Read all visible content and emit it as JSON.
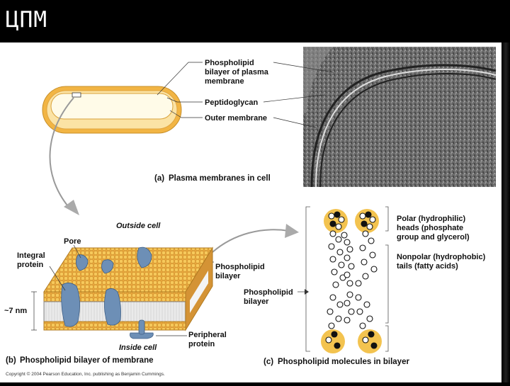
{
  "slide": {
    "title": "ЦПМ"
  },
  "panel_a": {
    "labels": {
      "phospholipid": [
        "Phospholipid",
        "bilayer of plasma",
        "membrane"
      ],
      "peptidoglycan": "Peptidoglycan",
      "outer_membrane": "Outer membrane"
    },
    "caption_letter": "(a)",
    "caption": "Plasma membranes in cell"
  },
  "panel_b": {
    "outside": "Outside cell",
    "inside": "Inside cell",
    "pore": "Pore",
    "integral": [
      "Integral",
      "protein"
    ],
    "thickness": "~7 nm",
    "bilayer": [
      "Phospholipid",
      "bilayer"
    ],
    "peripheral": [
      "Peripheral",
      "protein"
    ],
    "caption_letter": "(b)",
    "caption": "Phospholipid bilayer of membrane"
  },
  "panel_c": {
    "bilayer": [
      "Phospholipid",
      "bilayer"
    ],
    "polar": [
      "Polar (hydrophilic)",
      "heads (phosphate",
      "group and glycerol)"
    ],
    "nonpolar": [
      "Nonpolar (hydrophobic)",
      "tails (fatty acids)"
    ],
    "caption_letter": "(c)",
    "caption": "Phospholipid molecules in bilayer"
  },
  "copyright": "Copyright © 2004 Pearson Education, Inc. publishing as Benjamin Cummings.",
  "colors": {
    "membrane": "#f0b43c",
    "protein": "#6d8fb6",
    "head": "#e3a63a"
  }
}
